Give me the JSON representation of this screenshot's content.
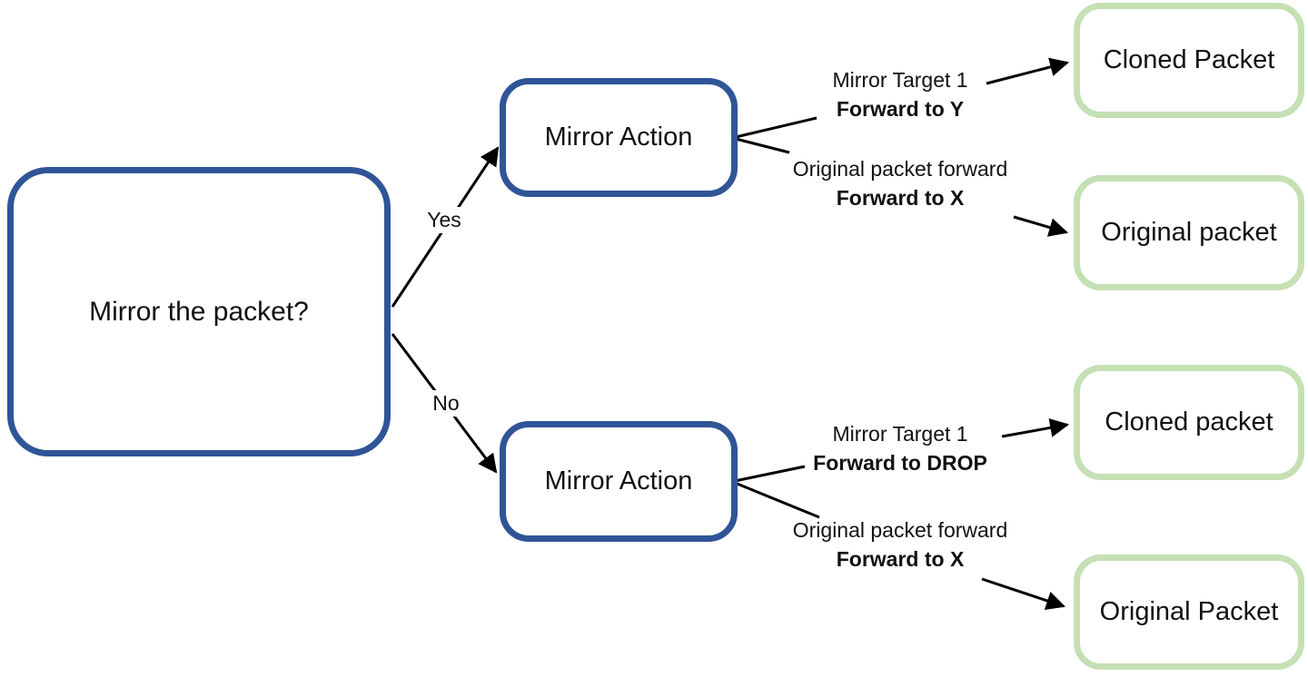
{
  "colors": {
    "blue_node_border": "#2F5597",
    "green_node_border": "#C5E0B4",
    "arrow": "#000000",
    "text": "#111111",
    "background": "#FFFFFF"
  },
  "nodes": {
    "decision": {
      "label": "Mirror the packet?"
    },
    "action_yes": {
      "label": "Mirror Action"
    },
    "action_no": {
      "label": "Mirror Action"
    },
    "outcome_cloned_yes": {
      "label": "Cloned Packet"
    },
    "outcome_original_yes": {
      "label": "Original packet"
    },
    "outcome_cloned_no": {
      "label": "Cloned packet"
    },
    "outcome_original_no": {
      "label": "Original Packet"
    }
  },
  "branch_labels": {
    "yes": "Yes",
    "no": "No"
  },
  "edge_labels": {
    "yes_mirror": {
      "line1": "Mirror Target 1",
      "line2": "Forward to Y"
    },
    "yes_original": {
      "line1": "Original packet forward",
      "line2": "Forward to X"
    },
    "no_mirror": {
      "line1": "Mirror Target 1",
      "line2": "Forward to DROP"
    },
    "no_original": {
      "line1": "Original packet forward",
      "line2": "Forward to X"
    }
  }
}
